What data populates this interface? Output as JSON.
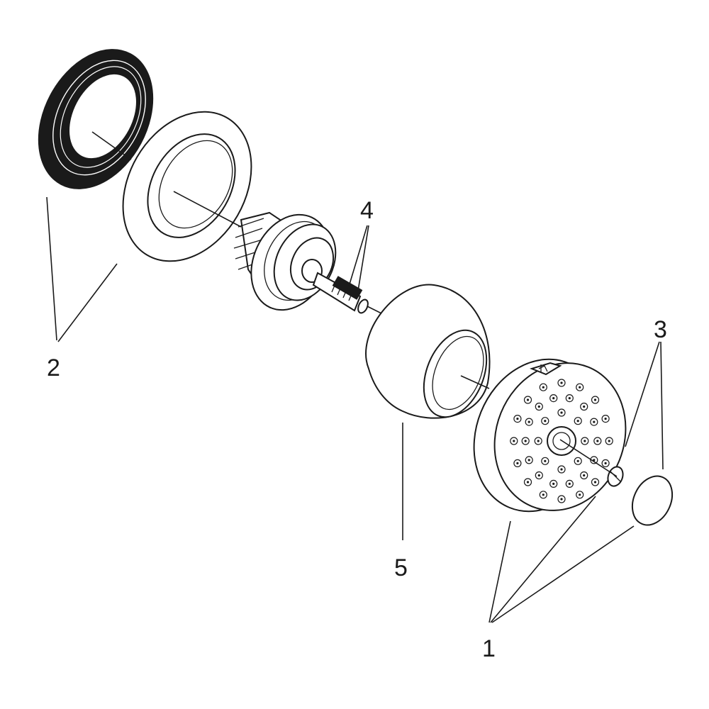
{
  "diagram": {
    "callouts": {
      "part_1": "1",
      "part_2": "2",
      "part_3": "3",
      "part_4": "4",
      "part_5": "5"
    }
  }
}
